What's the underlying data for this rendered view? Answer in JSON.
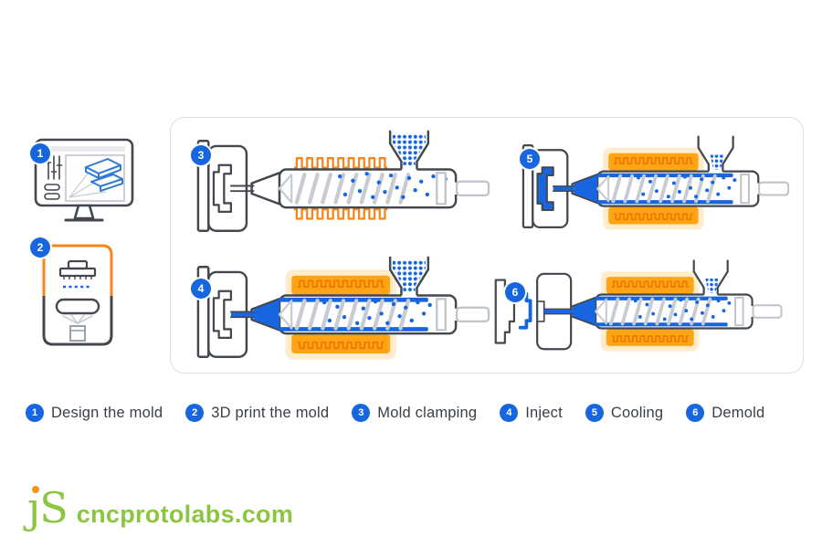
{
  "legend": {
    "items": [
      {
        "num": "1",
        "label": "Design the mold"
      },
      {
        "num": "2",
        "label": "3D print the mold"
      },
      {
        "num": "3",
        "label": "Mold clamping"
      },
      {
        "num": "4",
        "label": "Inject"
      },
      {
        "num": "5",
        "label": "Cooling"
      },
      {
        "num": "6",
        "label": "Demold"
      }
    ]
  },
  "diagram": {
    "step_icons": [
      "cad-monitor-icon",
      "3d-printer-icon"
    ],
    "machine_states": [
      "mold-clamping",
      "inject",
      "cooling",
      "demold"
    ],
    "colors": {
      "accent_blue": "#1766DF",
      "heater_orange": "#FFA414",
      "heater_coil_orange": "#F5861B",
      "outline_gray": "#43474E",
      "light_gray": "#C7CBD2",
      "panel_border": "#DDDFE3"
    }
  },
  "logo": {
    "initials": "ȷS",
    "domain": "cncprotolabs.com"
  }
}
